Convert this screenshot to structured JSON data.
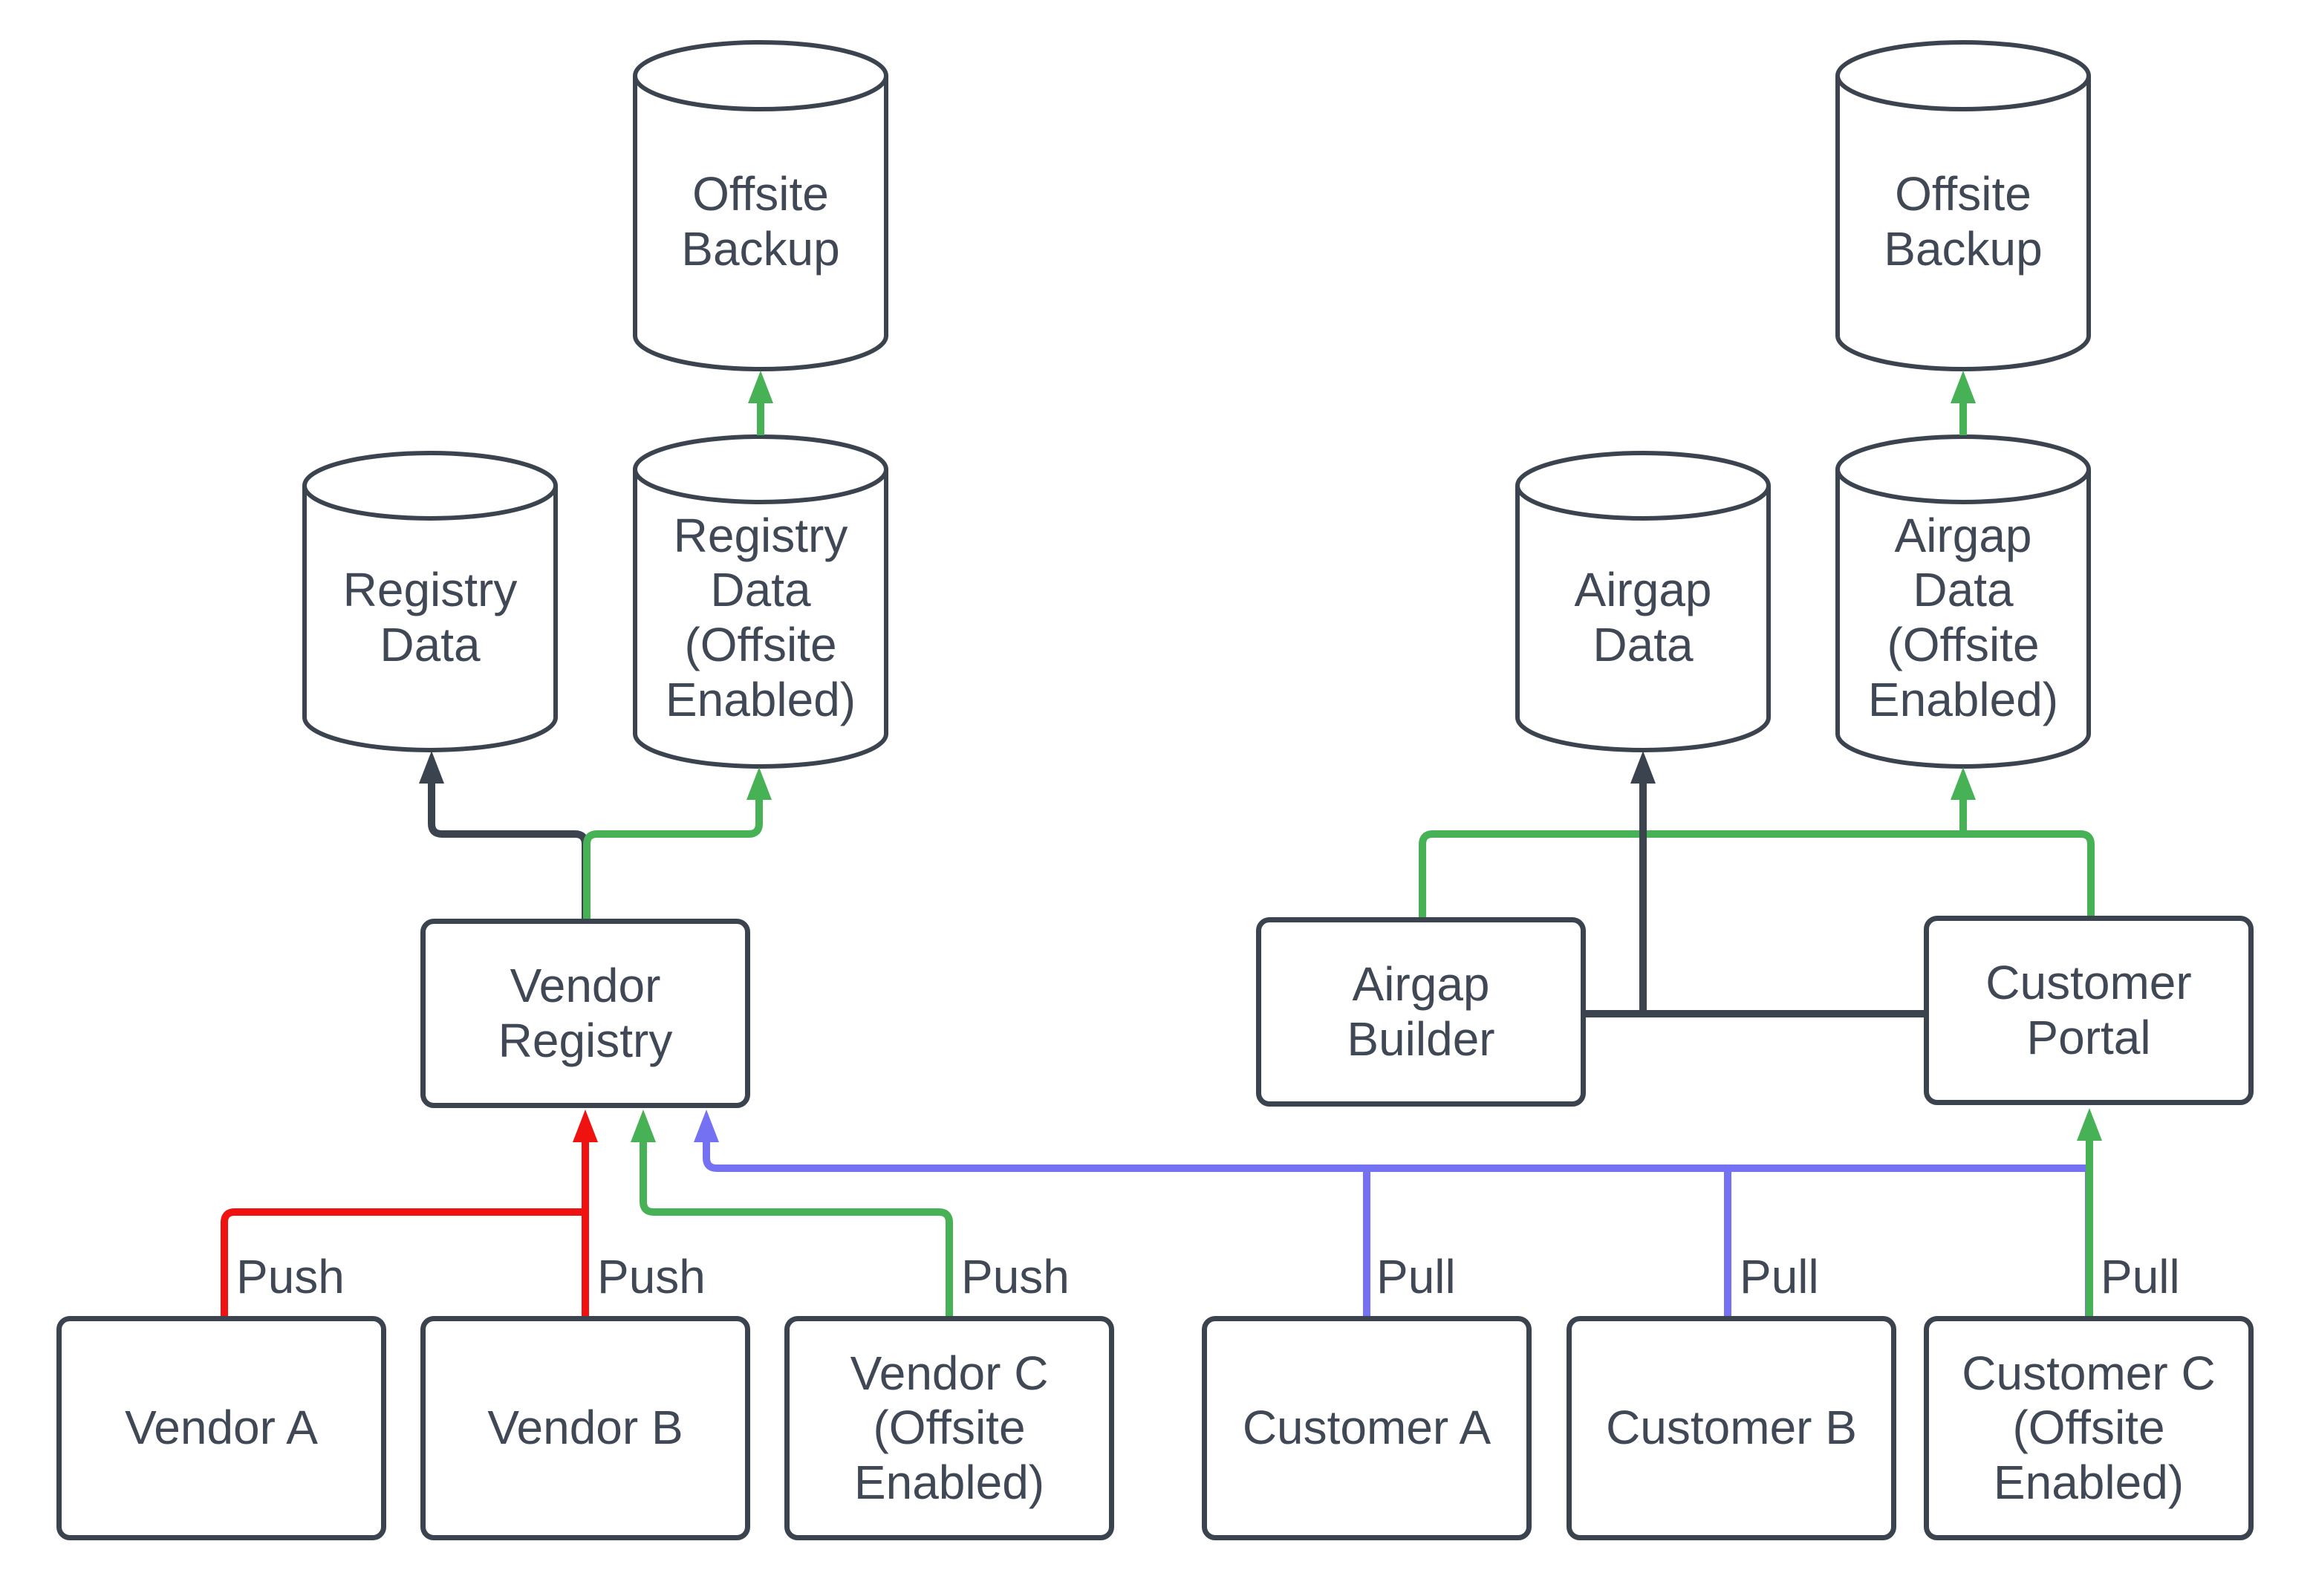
{
  "colors": {
    "dark": "#3b434f",
    "green": "#47b155",
    "red": "#f01111",
    "blue": "#7571f3",
    "text": "#3f4854",
    "background": "#ffffff"
  },
  "nodes": {
    "offsite_backup_left": {
      "label": "Offsite\nBackup"
    },
    "registry_data": {
      "label": "Registry\nData"
    },
    "registry_data_offsite": {
      "label": "Registry\nData\n(Offsite\nEnabled)"
    },
    "vendor_registry": {
      "label": "Vendor\nRegistry"
    },
    "vendor_a": {
      "label": "Vendor A"
    },
    "vendor_b": {
      "label": "Vendor B"
    },
    "vendor_c": {
      "label": "Vendor C\n(Offsite\nEnabled)"
    },
    "offsite_backup_right": {
      "label": "Offsite\nBackup"
    },
    "airgap_data": {
      "label": "Airgap\nData"
    },
    "airgap_data_offsite": {
      "label": "Airgap\nData\n(Offsite\nEnabled)"
    },
    "airgap_builder": {
      "label": "Airgap\nBuilder"
    },
    "customer_portal": {
      "label": "Customer\nPortal"
    },
    "customer_a": {
      "label": "Customer A"
    },
    "customer_b": {
      "label": "Customer B"
    },
    "customer_c": {
      "label": "Customer C\n(Offsite\nEnabled)"
    }
  },
  "edge_labels": {
    "push_a": "Push",
    "push_b": "Push",
    "push_c": "Push",
    "pull_a": "Pull",
    "pull_b": "Pull",
    "pull_c": "Pull"
  }
}
